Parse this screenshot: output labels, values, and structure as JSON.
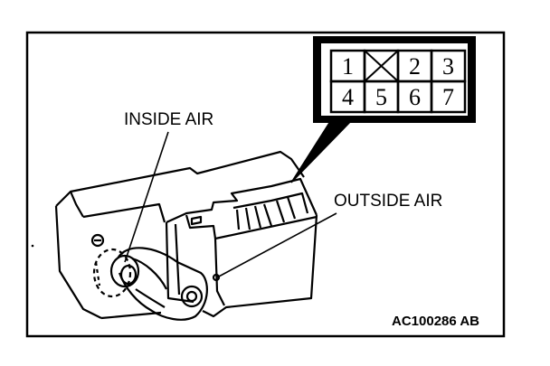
{
  "labels": {
    "inside_air": "INSIDE AIR",
    "outside_air": "OUTSIDE AIR",
    "figure_code": "AC100286 AB"
  },
  "connector": {
    "pins": [
      {
        "label": "1",
        "blank": false
      },
      {
        "label": "",
        "blank": true
      },
      {
        "label": "2",
        "blank": false
      },
      {
        "label": "3",
        "blank": false
      },
      {
        "label": "4",
        "blank": false
      },
      {
        "label": "5",
        "blank": false
      },
      {
        "label": "6",
        "blank": false
      },
      {
        "label": "7",
        "blank": false
      }
    ]
  },
  "colors": {
    "ink": "#000000",
    "paper": "#ffffff"
  }
}
